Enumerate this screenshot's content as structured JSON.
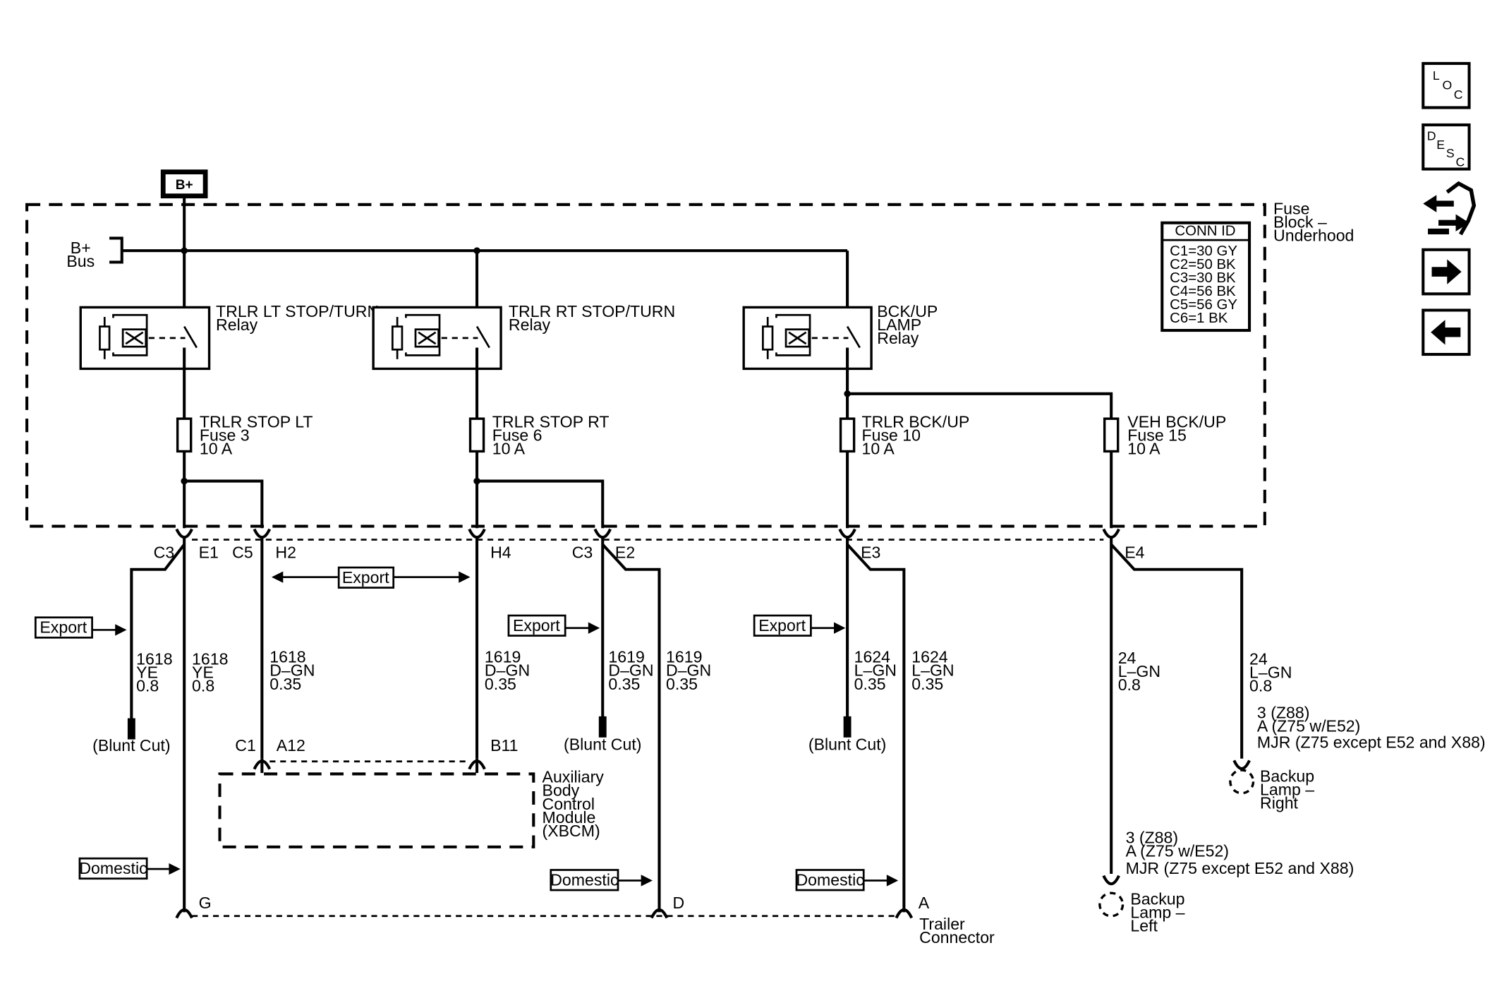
{
  "power": {
    "bplus": "B+",
    "bus_line1": "B+",
    "bus_line2": "Bus"
  },
  "fuse_block": {
    "line1": "Fuse",
    "line2": "Block –",
    "line3": "Underhood"
  },
  "conn_id": {
    "title": "CONN ID",
    "rows": [
      "C1=30 GY",
      "C2=50 BK",
      "C3=30 BK",
      "C4=56 BK",
      "C5=56 GY",
      "C6=1 BK"
    ]
  },
  "relays": [
    {
      "line1": "TRLR LT STOP/TURN",
      "line2": "Relay",
      "line3": ""
    },
    {
      "line1": "TRLR RT STOP/TURN",
      "line2": "Relay",
      "line3": ""
    },
    {
      "line1": "BCK/UP",
      "line2": "LAMP",
      "line3": "Relay"
    }
  ],
  "fuses": [
    {
      "name": "TRLR STOP LT",
      "fuse": "Fuse 3",
      "rating": "10 A"
    },
    {
      "name": "TRLR STOP RT",
      "fuse": "Fuse 6",
      "rating": "10 A"
    },
    {
      "name": "TRLR BCK/UP",
      "fuse": "Fuse 10",
      "rating": "10 A"
    },
    {
      "name": "VEH BCK/UP",
      "fuse": "Fuse 15",
      "rating": "10 A"
    }
  ],
  "connectors": {
    "c3a": "C3",
    "e1": "E1",
    "c5": "C5",
    "h2": "H2",
    "h4": "H4",
    "c3b": "C3",
    "e2": "E2",
    "e3": "E3",
    "e4": "E4",
    "c1": "C1",
    "a12": "A12",
    "b11": "B11",
    "g": "G",
    "d": "D",
    "a": "A"
  },
  "wires": [
    {
      "circuit": "1618",
      "color": "YE",
      "size": "0.8"
    },
    {
      "circuit": "1618",
      "color": "YE",
      "size": "0.8"
    },
    {
      "circuit": "1618",
      "color": "D–GN",
      "size": "0.35"
    },
    {
      "circuit": "1619",
      "color": "D–GN",
      "size": "0.35"
    },
    {
      "circuit": "1619",
      "color": "D–GN",
      "size": "0.35"
    },
    {
      "circuit": "1619",
      "color": "D–GN",
      "size": "0.35"
    },
    {
      "circuit": "1624",
      "color": "L–GN",
      "size": "0.35"
    },
    {
      "circuit": "1624",
      "color": "L–GN",
      "size": "0.35"
    },
    {
      "circuit": "24",
      "color": "L–GN",
      "size": "0.8"
    },
    {
      "circuit": "24",
      "color": "L–GN",
      "size": "0.8"
    }
  ],
  "labels": {
    "export": "Export",
    "domestic": "Domestic",
    "blunt_cut": "(Blunt Cut)"
  },
  "xbcm": {
    "line1": "Auxiliary",
    "line2": "Body",
    "line3": "Control",
    "line4": "Module",
    "line5": "(XBCM)"
  },
  "trailer_connector": {
    "line1": "Trailer",
    "line2": "Connector"
  },
  "lamp_right": {
    "opt1": "3 (Z88)",
    "opt2": "A (Z75 w/E52)",
    "opt3": "MJR (Z75 except E52 and X88)",
    "name1": "Backup",
    "name2": "Lamp –",
    "name3": "Right"
  },
  "lamp_left": {
    "opt1": "3 (Z88)",
    "opt2": "A (Z75 w/E52)",
    "opt3": "MJR (Z75 except E52 and X88)",
    "name1": "Backup",
    "name2": "Lamp –",
    "name3": "Left"
  },
  "nav": {
    "loc": [
      "L",
      "O",
      "C"
    ],
    "desc": [
      "D",
      "E",
      "S",
      "C"
    ],
    "icons": [
      "loc-icon",
      "desc-icon",
      "harness-connector-icon",
      "arrow-right-icon",
      "arrow-left-icon"
    ]
  }
}
